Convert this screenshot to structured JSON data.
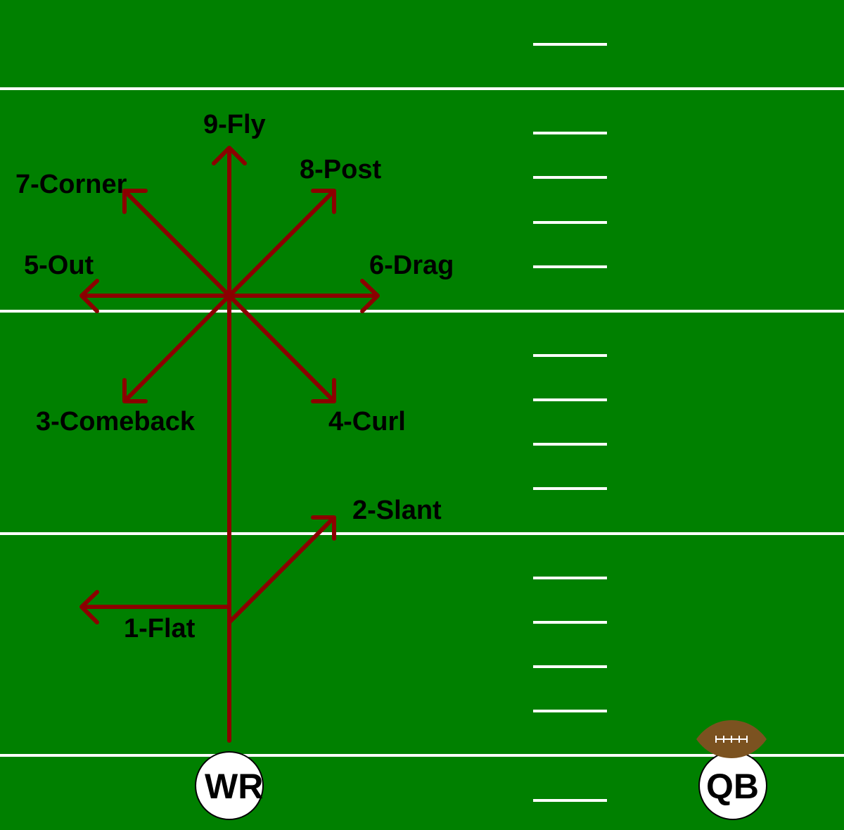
{
  "colors": {
    "field": "#008000",
    "lines": "#ffffff",
    "routes": "#8b0000",
    "football": "#7b5220",
    "player_fill": "#ffffff"
  },
  "routes": [
    {
      "id": "1",
      "label": "1-Flat"
    },
    {
      "id": "2",
      "label": "2-Slant"
    },
    {
      "id": "3",
      "label": "3-Comeback"
    },
    {
      "id": "4",
      "label": "4-Curl"
    },
    {
      "id": "5",
      "label": "5-Out"
    },
    {
      "id": "6",
      "label": "6-Drag"
    },
    {
      "id": "7",
      "label": "7-Corner"
    },
    {
      "id": "8",
      "label": "8-Post"
    },
    {
      "id": "9",
      "label": "9-Fly"
    }
  ],
  "players": {
    "wr": "WR",
    "qb": "QB"
  },
  "icons": {
    "ball": "football-icon"
  }
}
